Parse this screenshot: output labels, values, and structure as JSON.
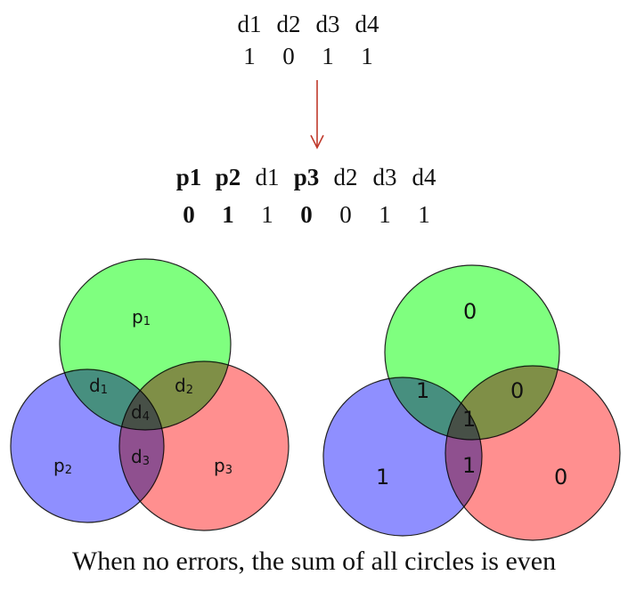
{
  "top_table": {
    "headers": [
      "d1",
      "d2",
      "d3",
      "d4"
    ],
    "values": [
      "1",
      "0",
      "1",
      "1"
    ]
  },
  "encoded_table": {
    "headers": [
      "p1",
      "p2",
      "d1",
      "p3",
      "d2",
      "d3",
      "d4"
    ],
    "values": [
      "0",
      "1",
      "1",
      "0",
      "0",
      "1",
      "1"
    ],
    "bold_columns": [
      0,
      1,
      3
    ]
  },
  "left_venn": {
    "p1": "p",
    "p1_sub": "1",
    "p2": "p",
    "p2_sub": "2",
    "p3": "p",
    "p3_sub": "3",
    "d1": "d",
    "d1_sub": "1",
    "d2": "d",
    "d2_sub": "2",
    "d3": "d",
    "d3_sub": "3",
    "d4": "d",
    "d4_sub": "4"
  },
  "right_venn": {
    "top": "0",
    "left": "1",
    "right": "0",
    "top_left": "1",
    "top_right": "0",
    "bottom": "1",
    "center": "1"
  },
  "colors": {
    "green": "#7fff7f",
    "blue": "#7b7bff",
    "red": "#ff7b7b",
    "arrow": "#c0392b"
  },
  "caption": "When no errors, the sum of all circles is even"
}
